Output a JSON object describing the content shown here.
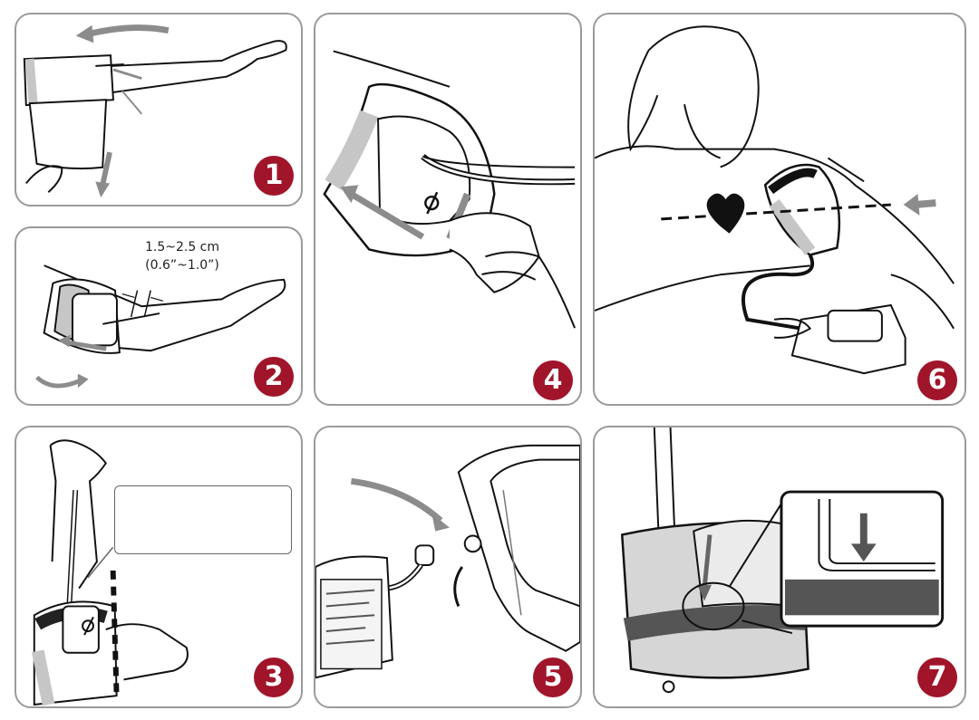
{
  "steps": [
    {
      "number": "1"
    },
    {
      "number": "2",
      "measure_cm": "1.5~2.5 cm",
      "measure_in": "(0.6”~1.0”)"
    },
    {
      "number": "3"
    },
    {
      "number": "4"
    },
    {
      "number": "5"
    },
    {
      "number": "6"
    },
    {
      "number": "7"
    }
  ],
  "colors": {
    "badge": "#a0152a",
    "panel_border": "#9a9a9a",
    "arrow": "#8c8c8c",
    "line": "#111111",
    "cuff_band": "#c6c6c6"
  }
}
